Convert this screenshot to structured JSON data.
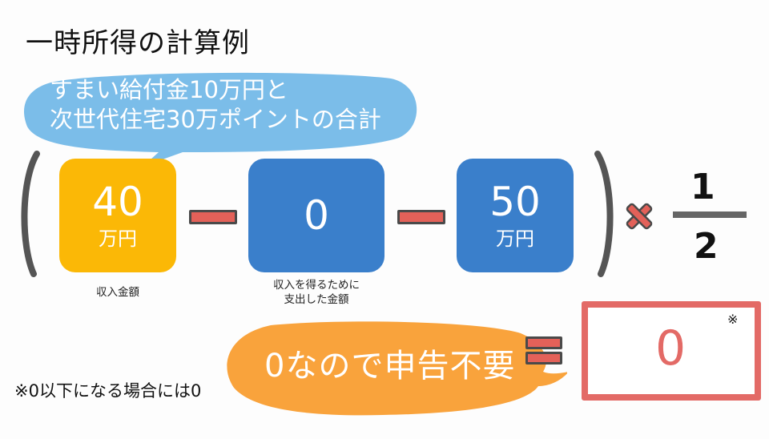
{
  "title": "一時所得の計算例",
  "callout_blue": {
    "text": "すまい給付金10万円と\n次世代住宅30万ポイントの合計",
    "color": "#7bbde9"
  },
  "formula": {
    "income": {
      "value": "40",
      "unit": "万円",
      "label": "収入金額",
      "color": "#fbb806"
    },
    "expense": {
      "value": "0",
      "unit": "",
      "label": "収入を得るために\n支出した金額",
      "color": "#3a7fcb"
    },
    "deduction": {
      "value": "50",
      "unit": "万円",
      "color": "#3a7fcb"
    },
    "multiplier": {
      "numerator": "1",
      "denominator": "2"
    },
    "result": {
      "value": "0",
      "mark": "※",
      "color": "#e36a66"
    }
  },
  "callout_orange": {
    "text": "0なので申告不要",
    "color": "#f9a33c"
  },
  "footnote": "※0以下になる場合には0",
  "icons": {
    "minus": "minus-icon",
    "multiply": "multiply-icon",
    "equals": "equals-icon",
    "paren_open": "open-paren-icon",
    "paren_close": "close-paren-icon"
  }
}
